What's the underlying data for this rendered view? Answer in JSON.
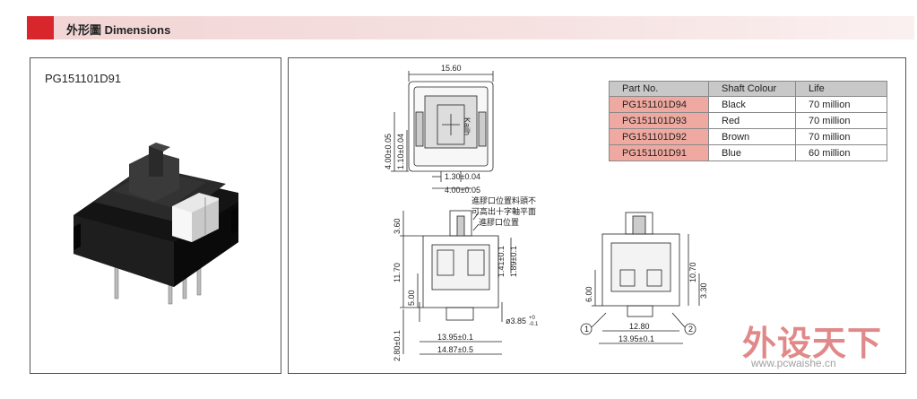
{
  "header": {
    "title": "外形圖 Dimensions",
    "accent_color": "#d9262c"
  },
  "product": {
    "model": "PG151101D91"
  },
  "spec_table": {
    "headers": [
      "Part No.",
      "Shaft Colour",
      "Life"
    ],
    "rows": [
      {
        "part_no": "PG151101D94",
        "colour": "Black",
        "life": "70 million"
      },
      {
        "part_no": "PG151101D93",
        "colour": "Red",
        "life": "70 million"
      },
      {
        "part_no": "PG151101D92",
        "colour": "Brown",
        "life": "70 million"
      },
      {
        "part_no": "PG151101D91",
        "colour": "Blue",
        "life": "60 million"
      }
    ],
    "highlight_color": "#f0a9a0"
  },
  "drawing": {
    "top_view": {
      "width": "15.60",
      "dim_left_outer": "4.00±0.05",
      "dim_left_inner": "1.10±0.04",
      "dim_bottom_1": "1.30±0.04",
      "dim_bottom_2": "4.00±0.05",
      "brand_text": "Kailh"
    },
    "front_view": {
      "note_1_line_1": "進膠口位置料頭不",
      "note_1_line_2": "可高出十字軸平面",
      "note_2": "進膠口位置",
      "dim_top": "3.60",
      "dim_height": "11.70",
      "dim_5": "5.00",
      "dim_141": "1.41±0.1",
      "dim_189": "1.89±0.1",
      "dim_pin": "ø3.85",
      "dim_pin_tol_upper": "+0",
      "dim_pin_tol_lower": "-0.1",
      "dim_280": "2.80±0.1",
      "dim_1395": "13.95±0.1",
      "dim_1487": "14.87±0.5"
    },
    "side_view": {
      "dim_600": "6.00",
      "dim_1070": "10.70",
      "dim_330": "3.30",
      "dim_1280": "12.80",
      "dim_1395": "13.95±0.1",
      "callout_1": "1",
      "callout_2": "2"
    }
  },
  "watermark": {
    "text": "外设天下",
    "url": "www.pcwaishe.cn"
  }
}
